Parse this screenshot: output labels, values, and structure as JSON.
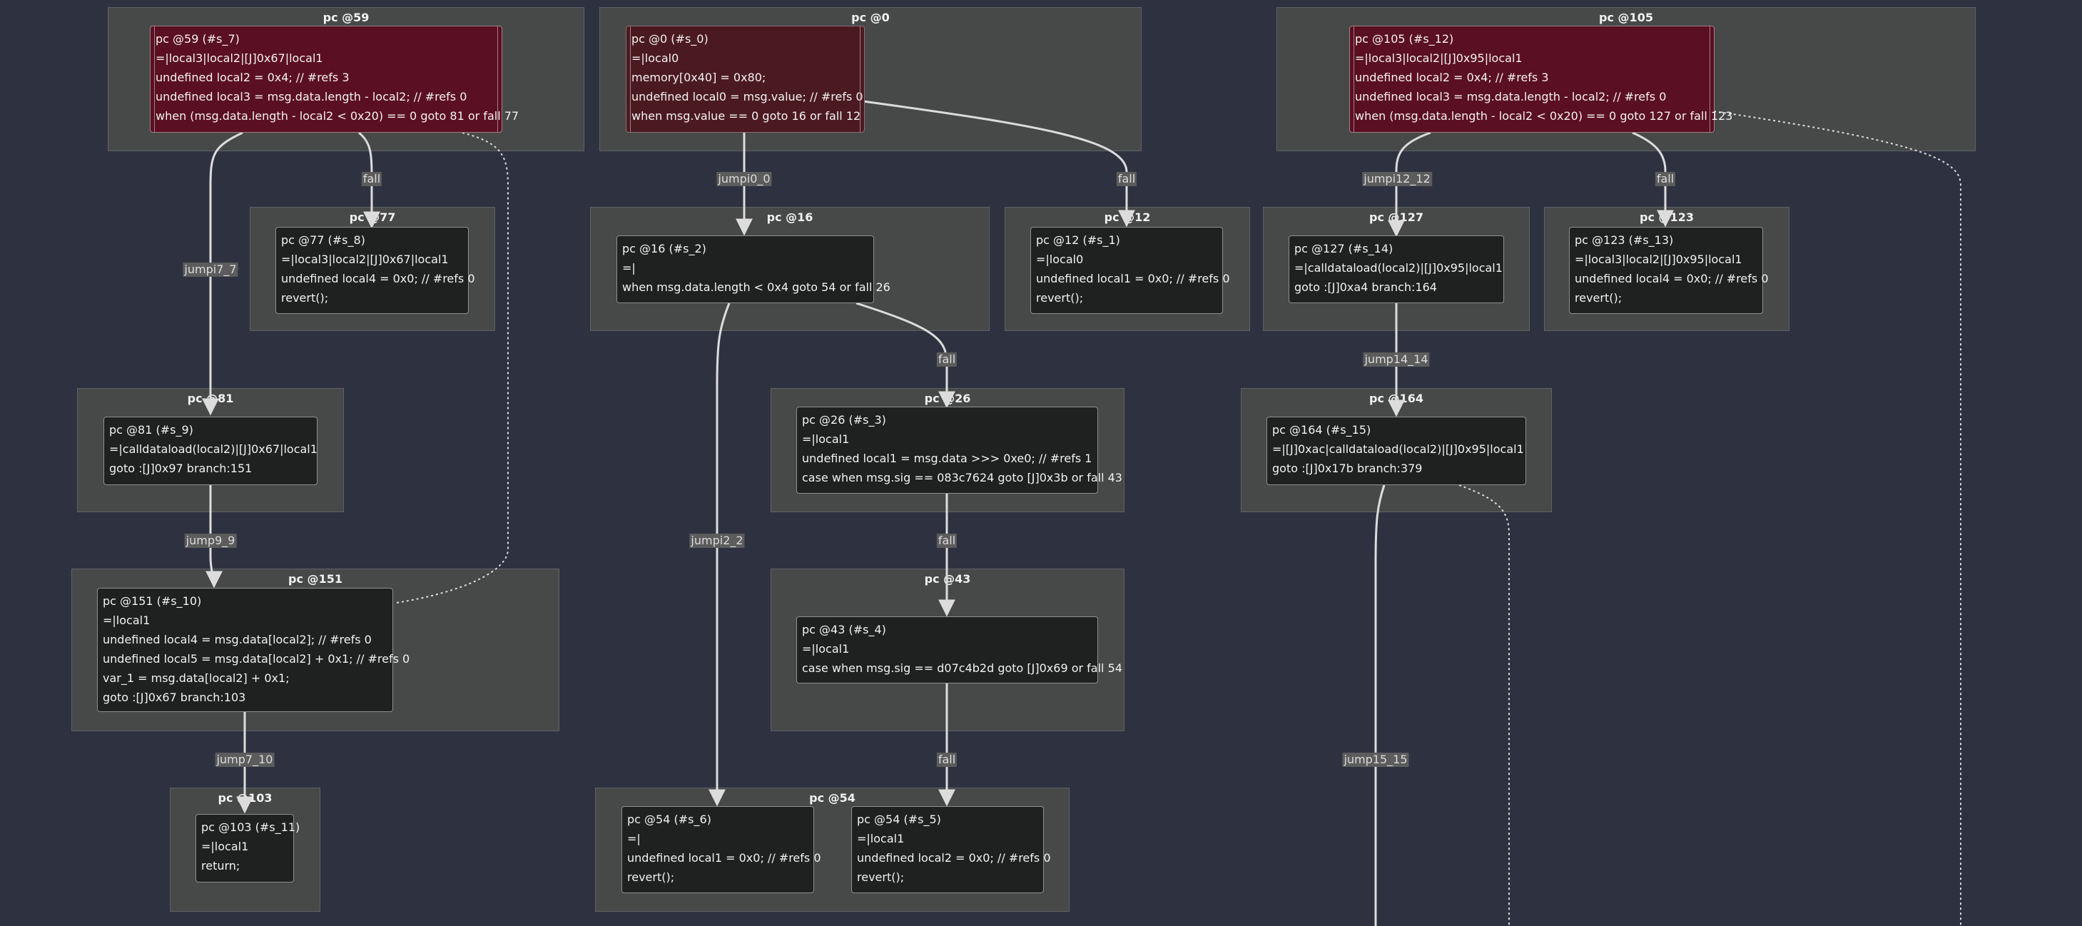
{
  "clusters": {
    "c59": "pc @59",
    "c0": "pc @0",
    "c105": "pc @105",
    "c77": "pc @77",
    "c16": "pc @16",
    "c12": "pc @12",
    "c127": "pc @127",
    "c123": "pc @123",
    "c81": "pc @81",
    "c26": "pc @26",
    "c164": "pc @164",
    "c151": "pc @151",
    "c43": "pc @43",
    "c103": "pc @103",
    "c54": "pc @54"
  },
  "nodes": {
    "n59": [
      "pc @59 (#s_7)",
      "=|local3|local2|[J]0x67|local1",
      "undefined local2 = 0x4; // #refs 3",
      "undefined local3 = msg.data.length - local2; // #refs 0",
      "when (msg.data.length - local2 < 0x20) == 0 goto 81 or fall 77"
    ],
    "n0": [
      "pc @0 (#s_0)",
      "=|local0",
      "memory[0x40] = 0x80;",
      "undefined local0 = msg.value; // #refs 0",
      "when msg.value == 0 goto 16 or fall 12"
    ],
    "n105": [
      "pc @105 (#s_12)",
      "=|local3|local2|[J]0x95|local1",
      "undefined local2 = 0x4; // #refs 3",
      "undefined local3 = msg.data.length - local2; // #refs 0",
      "when (msg.data.length - local2 < 0x20) == 0 goto 127 or fall 123"
    ],
    "n77": [
      "pc @77 (#s_8)",
      "=|local3|local2|[J]0x67|local1",
      "undefined local4 = 0x0; // #refs 0",
      "revert();"
    ],
    "n16": [
      "pc @16 (#s_2)",
      "=|",
      "when msg.data.length < 0x4 goto 54 or fall 26"
    ],
    "n12": [
      "pc @12 (#s_1)",
      "=|local0",
      "undefined local1 = 0x0; // #refs 0",
      "revert();"
    ],
    "n127": [
      "pc @127 (#s_14)",
      "=|calldataload(local2)|[J]0x95|local1",
      "goto :[J]0xa4 branch:164"
    ],
    "n123": [
      "pc @123 (#s_13)",
      "=|local3|local2|[J]0x95|local1",
      "undefined local4 = 0x0; // #refs 0",
      "revert();"
    ],
    "n81": [
      "pc @81 (#s_9)",
      "=|calldataload(local2)|[J]0x67|local1",
      "goto :[J]0x97 branch:151"
    ],
    "n26": [
      "pc @26 (#s_3)",
      "=|local1",
      "undefined local1 = msg.data >>> 0xe0; // #refs 1",
      "case when msg.sig == 083c7624 goto [J]0x3b or fall 43"
    ],
    "n164": [
      "pc @164 (#s_15)",
      "=|[J]0xac|calldataload(local2)|[J]0x95|local1",
      "goto :[J]0x17b branch:379"
    ],
    "n151": [
      "pc @151 (#s_10)",
      "=|local1",
      "undefined local4 = msg.data[local2]; // #refs 0",
      "undefined local5 = msg.data[local2] + 0x1; // #refs 0",
      "var_1 = msg.data[local2] + 0x1;",
      "goto :[J]0x67 branch:103"
    ],
    "n43": [
      "pc @43 (#s_4)",
      "=|local1",
      "case when msg.sig == d07c4b2d goto [J]0x69 or fall 54"
    ],
    "n103": [
      "pc @103 (#s_11)",
      "=|local1",
      "return;"
    ],
    "n54a": [
      "pc @54 (#s_6)",
      "=|",
      "undefined local1 = 0x0; // #refs 0",
      "revert();"
    ],
    "n54b": [
      "pc @54 (#s_5)",
      "=|local1",
      "undefined local2 = 0x0; // #refs 0",
      "revert();"
    ]
  },
  "edge_labels": {
    "e59_77": "fall",
    "e0_16": "jumpi0_0",
    "e0_12": "fall",
    "e105_127": "jumpi12_12",
    "e105_123": "fall",
    "e59_81": "jumpi7_7",
    "e16_26": "fall",
    "e127_164": "jump14_14",
    "e81_151": "jump9_9",
    "e16_54": "jumpi2_2",
    "e26_43": "fall",
    "e151_103": "jump7_10",
    "e43_54": "fall",
    "e164_out": "jump15_15"
  },
  "colors": {
    "background": "#2e3240",
    "cluster": "#474949",
    "node": "#1f2020",
    "entry_node": "#5b0f22",
    "edge": "#dcdcdc"
  }
}
